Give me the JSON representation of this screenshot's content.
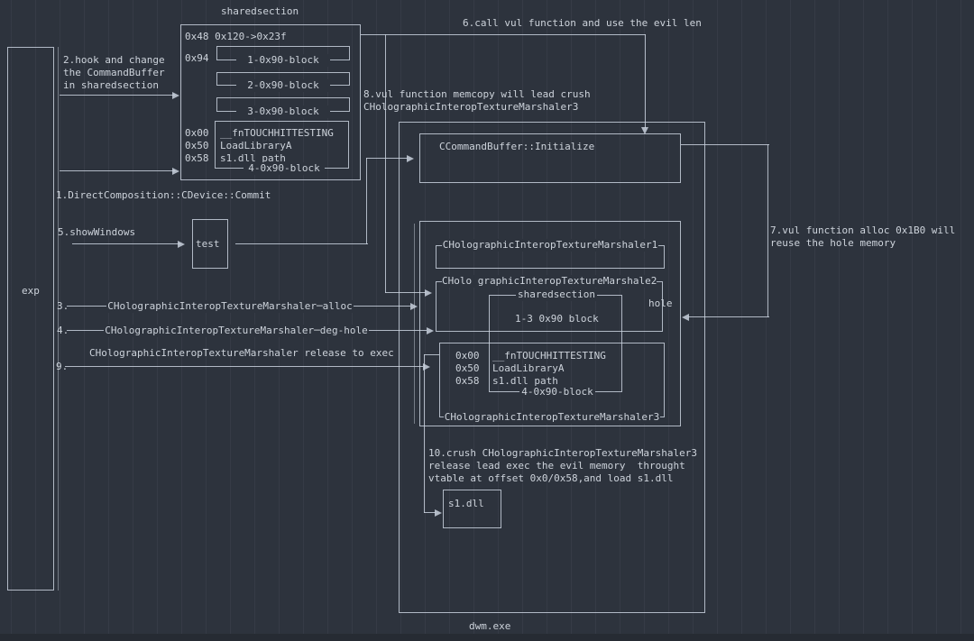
{
  "colors": {
    "background": "#2d333d",
    "line": "#c9d1dd",
    "text": "#cdd3db"
  },
  "titles": {
    "sharedsection": "sharedsection",
    "dwm": "dwm.exe"
  },
  "shared_box": {
    "row_0x48": "0x48 0x120->0x23f",
    "off_0x94": "0x94",
    "block1": "1-0x90-block",
    "block2": "2-0x90-block",
    "block3": "3-0x90-block",
    "block4": "4-0x90-block",
    "off_0x00": "0x00",
    "off_0x50": "0x50",
    "off_0x58": "0x58",
    "fn": "__fnTOUCHHITTESTING",
    "loadlib": "LoadLibraryA",
    "s1path": "s1.dll path"
  },
  "left": {
    "exp": "exp",
    "step2": "2.hook and change\nthe CommandBuffer\nin sharedsection",
    "step1": "1.DirectComposition::CDevice::Commit",
    "step5": "5.showWindows",
    "test": "test",
    "step3_num": "3.",
    "step3": "CHolographicInteropTextureMarshaler─alloc",
    "step4_num": "4.",
    "step4": "CHolographicInteropTextureMarshaler─deg-hole",
    "step9_num": "9.",
    "step9": "CHolographicInteropTextureMarshaler release to exec"
  },
  "top": {
    "step6": "6.call vul function and use the evil len",
    "step8": "8.vul function memcopy will lead crush\nCHolographicInteropTextureMarshaler3"
  },
  "right": {
    "step7": "7.vul function alloc 0x1B0 will\nreuse the hole memory",
    "hole": "hole"
  },
  "dwm": {
    "init": "CCommandBuffer::Initialize",
    "m1": "CHolographicInteropTextureMarshaler1",
    "m2": "CHolo graphicInteropTextureMarshale2",
    "ss_title": "sharedsection",
    "ss_blocks": "1-3 0x90 block",
    "block4": "4-0x90-block",
    "off_0x00": "0x00",
    "off_0x50": "0x50",
    "off_0x58": "0x58",
    "fn": "__fnTOUCHHITTESTING",
    "loadlib": "LoadLibraryA",
    "s1path": "s1.dll path",
    "m3": "CHolographicInteropTextureMarshaler3",
    "step10": "10.crush CHolographicInteropTextureMarshaler3\nrelease lead exec the evil memory  throught\nvtable at offset 0x0/0x58,and load s1.dll",
    "s1dll": "s1.dll"
  }
}
